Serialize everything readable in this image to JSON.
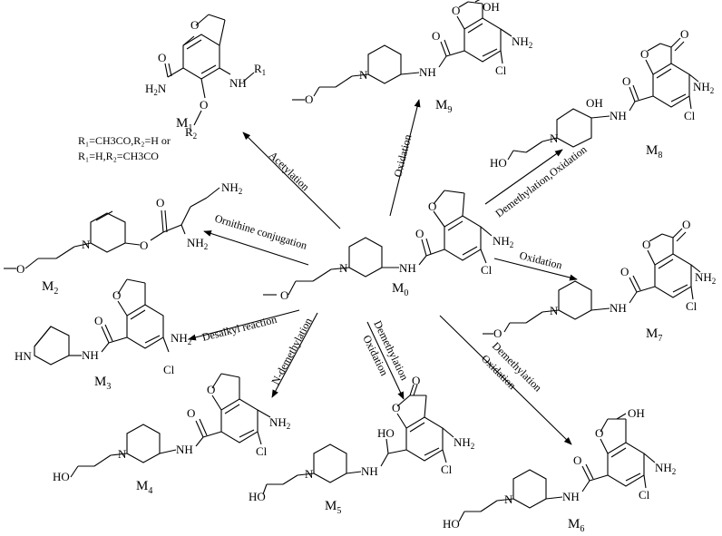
{
  "compounds": {
    "m0": {
      "label": "M",
      "sub": "0"
    },
    "m1": {
      "label": "M",
      "sub": "1"
    },
    "m2": {
      "label": "M",
      "sub": "2"
    },
    "m3": {
      "label": "M",
      "sub": "3"
    },
    "m4": {
      "label": "M",
      "sub": "4"
    },
    "m5": {
      "label": "M",
      "sub": "5"
    },
    "m6": {
      "label": "M",
      "sub": "6"
    },
    "m7": {
      "label": "M",
      "sub": "7"
    },
    "m8": {
      "label": "M",
      "sub": "8"
    },
    "m9": {
      "label": "M",
      "sub": "9"
    }
  },
  "reactions": {
    "acetylation": "Acetylation",
    "ornithine": "Ornithine conjugation",
    "desalkyl": "Desalkyl reaction",
    "n_demethylation": "N-demethylation",
    "demethylation": "Demethylation",
    "oxidation": "Oxidation",
    "demethylation_oxidation": "Demethylation,Oxidation"
  },
  "atoms": {
    "NH2": "NH",
    "sub2": "2",
    "Cl": "Cl",
    "NH": "NH",
    "N": "N",
    "O": "O",
    "OH": "OH",
    "HO": "HO",
    "HN": "HN",
    "H2N": "H",
    "H2N_tail": "N",
    "R": "R",
    "sub1": "1"
  },
  "m1_note": {
    "line1": "R₁=CH3CO,R₂=H or",
    "line2": "R₁=H,R₂=CH3CO"
  }
}
